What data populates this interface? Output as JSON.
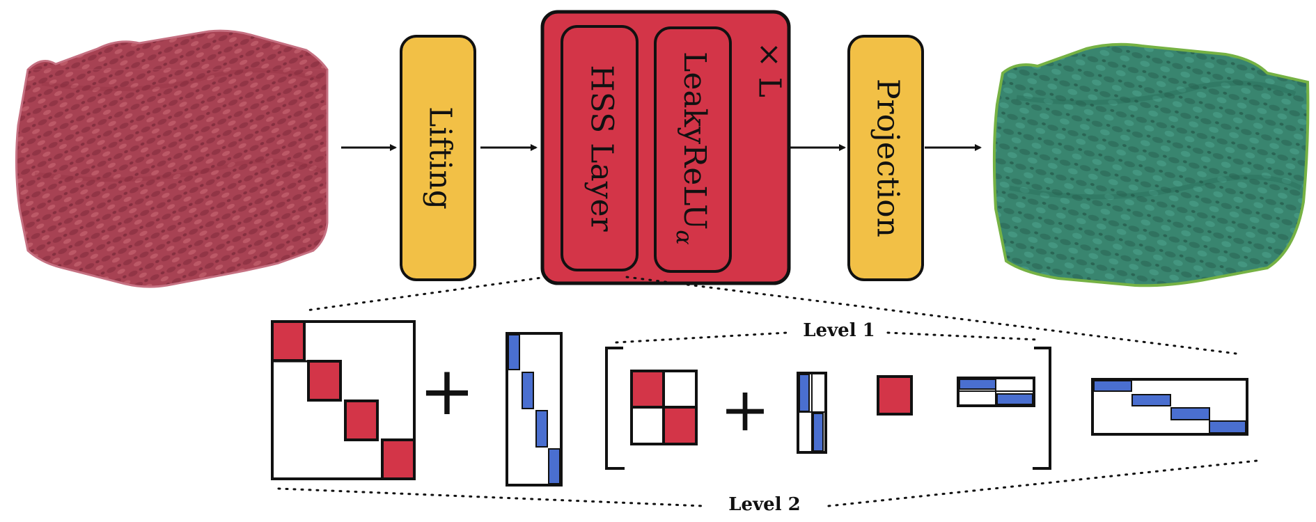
{
  "pipeline": {
    "lifting_label": "Lifting",
    "hss_label": "HSS Layer",
    "activation_label": "LeakyReLU",
    "activation_subscript": "α",
    "repeat_label": "× L",
    "projection_label": "Projection"
  },
  "hierarchy": {
    "level1_label": "Level 1",
    "level2_label": "Level 2",
    "plus_symbol": "+"
  },
  "colors": {
    "block_red": "#d33548",
    "block_yellow": "#f2c046",
    "block_blue": "#4a6fd0",
    "input_volume": "#a3384a",
    "output_volume": "#2f7f68",
    "output_volume_edge": "#6fae3a"
  }
}
